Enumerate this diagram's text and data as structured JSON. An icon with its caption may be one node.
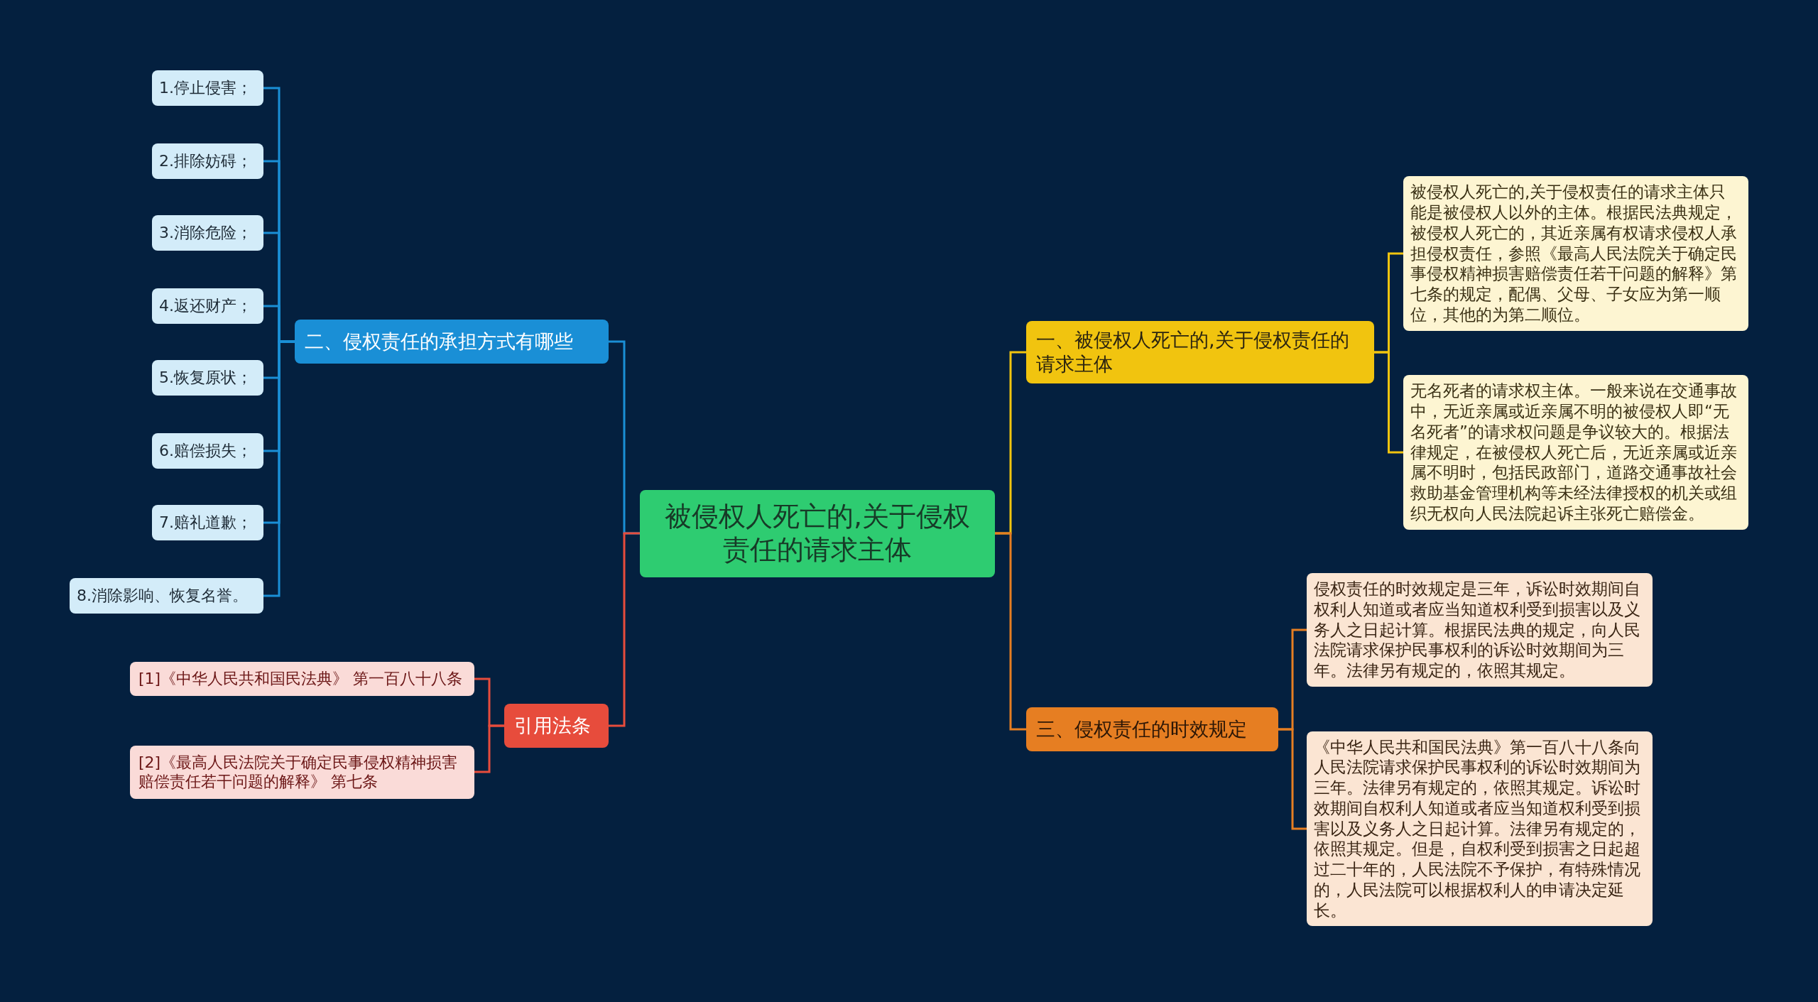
{
  "diagram": {
    "nodes": [
      {
        "text": [
          "被侵权人死亡的,关于侵权责任的请求主体"
        ]
      },
      {
        "text": [
          "一、被侵权人死亡的,关于侵权责任的请求主体"
        ]
      },
      {
        "text": [
          "被侵权人死亡的,关于侵权责任的请求主体只能是被侵权人以外的主体。根据民法典规定，被侵权人死亡的，其近亲属有权请求侵权人承担侵权责任，参照《最高人民法院关于确定民事侵权精神损害赔偿责任若干问题的解释》第七条的规定，配偶、父母、子女应为第一顺位，其他的为第二顺位。"
        ]
      },
      {
        "text": [
          "无名死者的请求权主体。一般来说在交通事故中，无近亲属或近亲属不明的被侵权人即“无名死者”的请求权问题是争议较大的。根据法律规定，在被侵权人死亡后，无近亲属或近亲属不明时，包括民政部门，道路交通事故社会救助基金管理机构等未经法律授权的机关或组织无权向人民法院起诉主张死亡赔偿金。"
        ]
      },
      {
        "text": [
          "三、侵权责任的时效规定"
        ]
      },
      {
        "text": [
          "侵权责任的时效规定是三年，诉讼时效期间自权利人知道或者应当知道权利受到损害以及义务人之日起计算。根据民法典的规定，向人民法院请求保护民事权利的诉讼时效期间为三年。法律另有规定的，依照其规定。"
        ]
      },
      {
        "text": [
          "《中华人民共和国民法典》第一百八十八条向人民法院请求保护民事权利的诉讼时效期间为三年。法律另有规定的，依照其规定。诉讼时效期间自权利人知道或者应当知道权利受到损害以及义务人之日起计算。法律另有规定的，依照其规定。但是，自权利受到损害之日起超过二十年的，人民法院不予保护，有特殊情况的，人民法院可以根据权利人的申请决定延长。"
        ]
      },
      {
        "text": [
          "二、侵权责任的承担方式有哪些"
        ]
      },
      {
        "text": [
          "1.停止侵害；"
        ]
      },
      {
        "text": [
          "2.排除妨碍；"
        ]
      },
      {
        "text": [
          "3.消除危险；"
        ]
      },
      {
        "text": [
          "4.返还财产；"
        ]
      },
      {
        "text": [
          "5.恢复原状；"
        ]
      },
      {
        "text": [
          "6.赔偿损失；"
        ]
      },
      {
        "text": [
          "7.赔礼道歉；"
        ]
      },
      {
        "text": [
          "8.消除影响、恢复名誉。"
        ]
      },
      {
        "text": [
          "引用法条"
        ]
      },
      {
        "text": [
          "[1]《中华人民共和国民法典》 第一百八十八条"
        ]
      },
      {
        "text": [
          "[2]《最高人民法院关于确定民事侵权精神损害赔偿责任若干问题的解释》 第七条"
        ]
      }
    ],
    "edges": [
      {
        "from": 0,
        "to": 1,
        "arrow": "none",
        "color": "#f1c40f"
      },
      {
        "from": 1,
        "to": 2,
        "arrow": "none",
        "color": "#f1c40f"
      },
      {
        "from": 1,
        "to": 3,
        "arrow": "none",
        "color": "#f1c40f"
      },
      {
        "from": 0,
        "to": 4,
        "arrow": "none",
        "color": "#e67e22"
      },
      {
        "from": 4,
        "to": 5,
        "arrow": "none",
        "color": "#e67e22"
      },
      {
        "from": 4,
        "to": 6,
        "arrow": "none",
        "color": "#e67e22"
      },
      {
        "from": 0,
        "to": 7,
        "arrow": "none"
      },
      {
        "from": 7,
        "to": 8,
        "arrow": "none"
      },
      {
        "from": 7,
        "to": 9,
        "arrow": "none"
      },
      {
        "from": 7,
        "to": 10,
        "arrow": "none"
      },
      {
        "from": 7,
        "to": 11,
        "arrow": "none"
      },
      {
        "from": 7,
        "to": 12,
        "arrow": "none"
      },
      {
        "from": 7,
        "to": 13,
        "arrow": "none"
      },
      {
        "from": 7,
        "to": 14,
        "arrow": "none"
      },
      {
        "from": 7,
        "to": 15,
        "arrow": "none"
      },
      {
        "from": 0,
        "to": 16,
        "arrow": "none",
        "color": "#e74c3c"
      },
      {
        "from": 16,
        "to": 17,
        "arrow": "none",
        "color": "#e74c3c"
      },
      {
        "from": 16,
        "to": 18,
        "arrow": "none",
        "color": "#e74c3c"
      }
    ]
  }
}
